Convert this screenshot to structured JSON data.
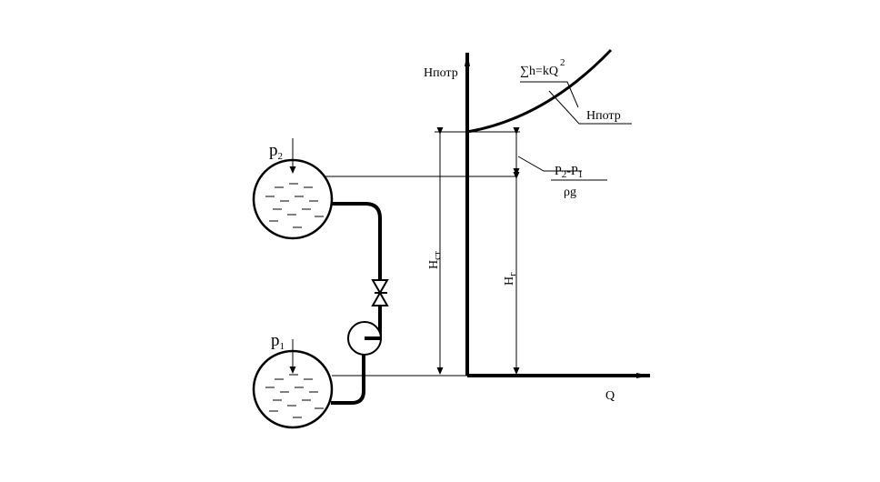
{
  "diagram": {
    "labels": {
      "p2": {
        "main": "p",
        "sub": "2"
      },
      "p1": {
        "main": "p",
        "sub": "1"
      },
      "h_potr_axis": "Нпотр",
      "h_potr_curve": "Нпотр",
      "q_axis": "Q",
      "h_st": {
        "main": "Н",
        "sub": "ст"
      },
      "h_g": {
        "main": "Н",
        "sub": "г"
      },
      "sum_h": {
        "main": "∑h=kQ",
        "sup": "2"
      },
      "pressure_diff": {
        "numerator": {
          "p2": "Р",
          "p2_sub": "2",
          "dash": "-",
          "p1": "Р",
          "p1_sub": "1"
        },
        "denominator": "ρg"
      }
    },
    "colors": {
      "line": "#000000",
      "background": "#ffffff"
    }
  }
}
